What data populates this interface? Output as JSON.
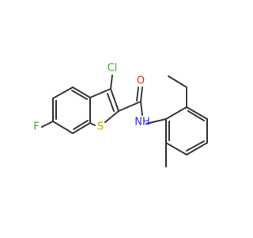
{
  "molecule": {
    "atoms": {
      "chlorine": {
        "symbol": "Cl",
        "color": "#32b232"
      },
      "sulfur": {
        "symbol": "S",
        "color": "#b8a800"
      },
      "fluorine": {
        "symbol": "F",
        "color": "#32b232"
      },
      "oxygen": {
        "symbol": "O",
        "color": "#e0302a"
      },
      "nitrogen_h": {
        "symbol": "NH",
        "color": "#3030e0"
      }
    },
    "bond_color": "#3a3a3a"
  }
}
